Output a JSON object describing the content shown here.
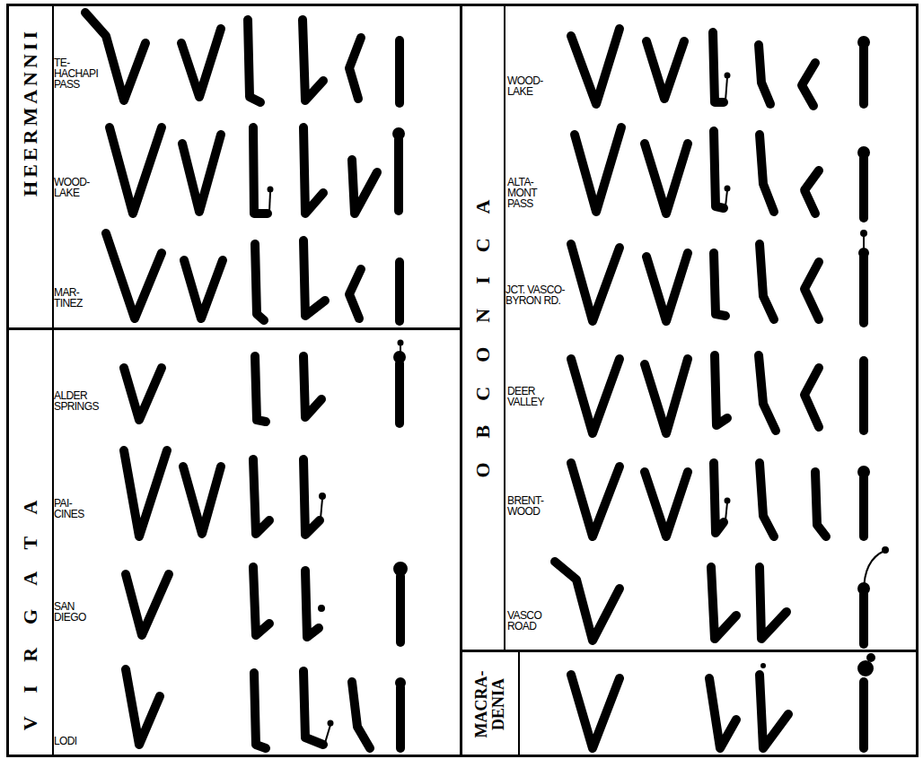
{
  "diagram": {
    "nodes": [
      {
        "text": [
          "HEERMANNII",
          "TE- HACHAPI PASS",
          "WOOD- LAKE",
          "MAR- TINEZ"
        ]
      },
      {
        "text": [
          "VIRGATA",
          "ALDER SPRINGS",
          "PAI- CINES",
          "SAN DIEGO",
          "LODI"
        ]
      },
      {
        "text": [
          "OBCONICA",
          "WOOD- LAKE",
          "ALTA- MONT PASS",
          "JCT. VASCO- BYRON RD.",
          "DEER VALLEY",
          "BRENT- WOOD",
          "VASCO ROAD"
        ]
      },
      {
        "text": [
          "MACRA- DENIA"
        ]
      }
    ]
  }
}
